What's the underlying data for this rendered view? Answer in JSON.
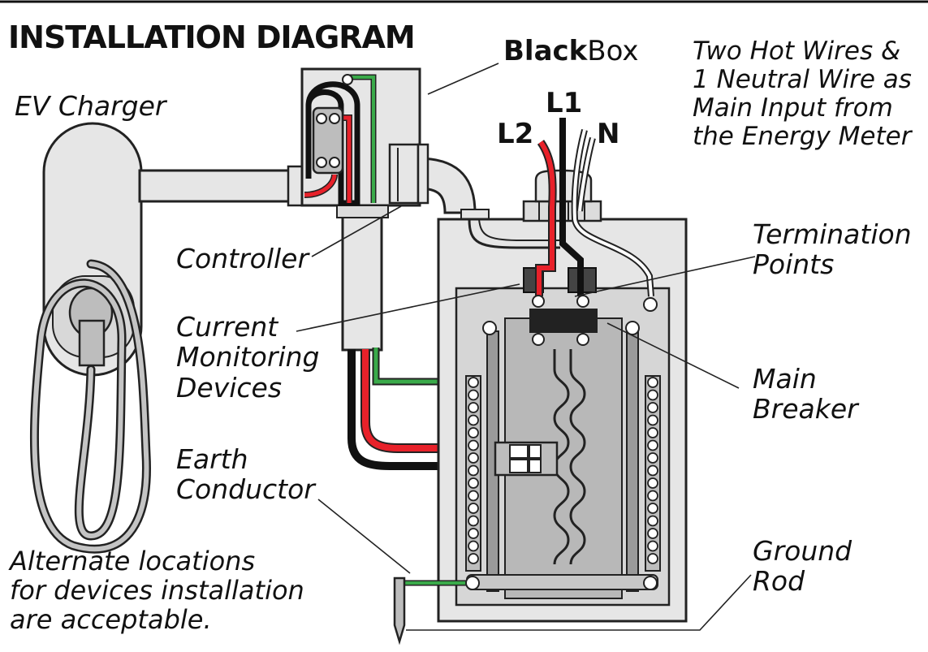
{
  "title": "INSTALLATION DIAGRAM",
  "brand": {
    "strong": "Black",
    "regular": "Box"
  },
  "labels": {
    "ev_charger": "EV Charger",
    "controller": "Controller",
    "current_monitoring": "Current\nMonitoring\nDevices",
    "earth_conductor": "Earth\nConductor",
    "alternate_locations": "Alternate locations\nfor devices installation\nare acceptable.",
    "main_input": "Two Hot Wires &\n1 Neutral Wire as\nMain Input from\nthe Energy Meter",
    "termination_points": "Termination\nPoints",
    "main_breaker": "Main\nBreaker",
    "ground_rod": "Ground\nRod"
  },
  "wires": {
    "l1": "L1",
    "l2": "L2",
    "n": "N"
  },
  "colors": {
    "hot_red": "#e8212a",
    "hot_black": "#111111",
    "neutral_white": "#ffffff",
    "earth_green": "#3aaa4a",
    "panel_fill": "#e6e6e6",
    "panel_inner": "#d2d2d2",
    "outline": "#222222"
  }
}
